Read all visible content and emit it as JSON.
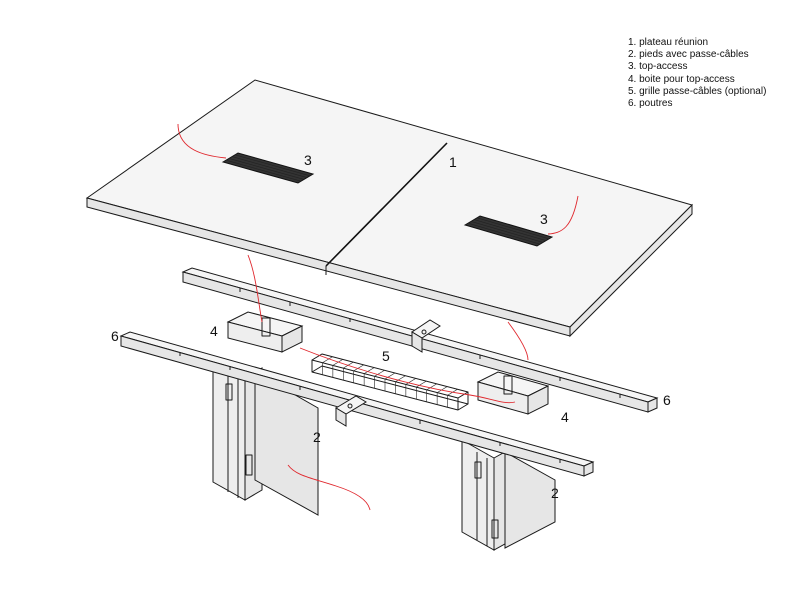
{
  "legend": {
    "items": [
      "1. plateau réunion",
      "2. pieds avec passe-câbles",
      "3. top-access",
      "4. boite pour top-access",
      "5. grille passe-câbles (optional)",
      "6. poutres"
    ]
  },
  "callouts": {
    "tabletop": "1",
    "leg_left": "2",
    "leg_right": "2",
    "topaccess_left": "3",
    "topaccess_right": "3",
    "box_left": "4",
    "box_right": "4",
    "cable_grid": "5",
    "beam_front": "6",
    "beam_back": "6"
  },
  "colors": {
    "cable": "#e0282e",
    "outline": "#1a1a1a"
  }
}
